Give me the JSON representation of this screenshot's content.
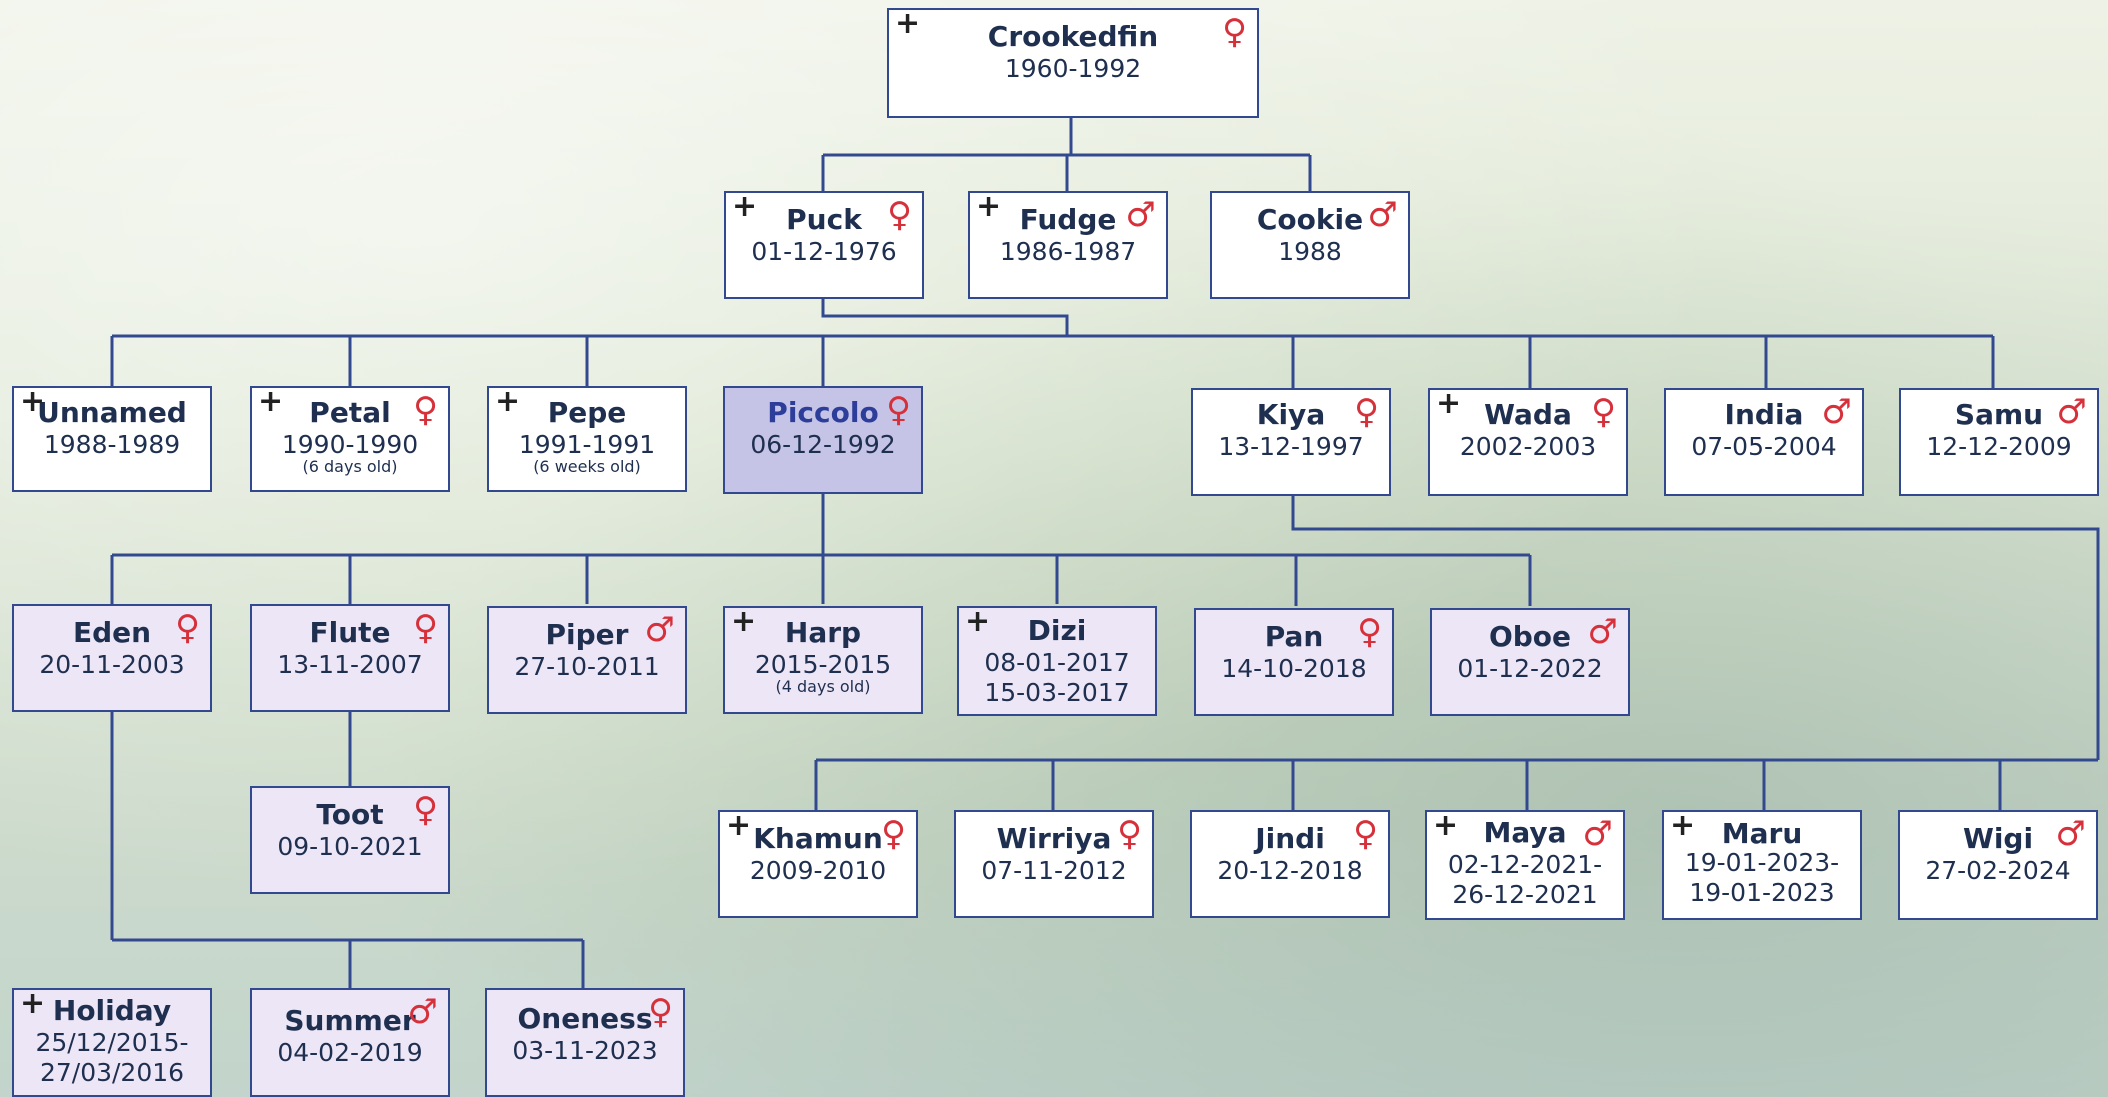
{
  "symbols": {
    "female": "♀",
    "male": "♂",
    "deceased": "+"
  },
  "colors": {
    "line": "#33498f",
    "female_symbol": "#d6303a",
    "male_symbol": "#d6303a",
    "box_border": "#33498f",
    "child_box": "#ede6f6",
    "highlight_box": "#c6c4e6"
  },
  "gen1": {
    "crookedfin": {
      "name": "Crookedfin",
      "dates": "1960-1992",
      "sex": "female",
      "deceased": true
    }
  },
  "gen2": {
    "puck": {
      "name": "Puck",
      "dates": "01-12-1976",
      "sex": "female",
      "deceased": true
    },
    "fudge": {
      "name": "Fudge",
      "dates": "1986-1987",
      "sex": "male",
      "deceased": true
    },
    "cookie": {
      "name": "Cookie",
      "dates": "1988",
      "sex": "male",
      "deceased": false
    }
  },
  "gen3": {
    "unnamed": {
      "name": "Unnamed",
      "dates": "1988-1989",
      "deceased": true
    },
    "petal": {
      "name": "Petal",
      "dates": "1990-1990",
      "note": "(6 days old)",
      "sex": "female",
      "deceased": true
    },
    "pepe": {
      "name": "Pepe",
      "dates": "1991-1991",
      "note": "(6 weeks old)",
      "deceased": true
    },
    "piccolo": {
      "name": "Piccolo",
      "dates": "06-12-1992",
      "sex": "female",
      "deceased": false
    },
    "kiya": {
      "name": "Kiya",
      "dates": "13-12-1997",
      "sex": "female",
      "deceased": false
    },
    "wada": {
      "name": "Wada",
      "dates": "2002-2003",
      "sex": "female",
      "deceased": true
    },
    "india": {
      "name": "India",
      "dates": "07-05-2004",
      "sex": "male",
      "deceased": false
    },
    "samu": {
      "name": "Samu",
      "dates": "12-12-2009",
      "sex": "male",
      "deceased": false
    }
  },
  "gen4_piccolo": {
    "eden": {
      "name": "Eden",
      "dates": "20-11-2003",
      "sex": "female"
    },
    "flute": {
      "name": "Flute",
      "dates": "13-11-2007",
      "sex": "female"
    },
    "piper": {
      "name": "Piper",
      "dates": "27-10-2011",
      "sex": "male"
    },
    "harp": {
      "name": "Harp",
      "dates": "2015-2015",
      "note": "(4 days old)",
      "deceased": true
    },
    "dizi": {
      "name": "Dizi",
      "dates_line1": "08-01-2017",
      "dates_line2": "15-03-2017",
      "deceased": true
    },
    "pan": {
      "name": "Pan",
      "dates": "14-10-2018",
      "sex": "female"
    },
    "oboe": {
      "name": "Oboe",
      "dates": "01-12-2022",
      "sex": "male"
    }
  },
  "gen4_kiya": {
    "khamun": {
      "name": "Khamun",
      "dates": "2009-2010",
      "sex": "female",
      "deceased": true
    },
    "wirriya": {
      "name": "Wirriya",
      "dates": "07-11-2012",
      "sex": "female"
    },
    "jindi": {
      "name": "Jindi",
      "dates": "20-12-2018",
      "sex": "female"
    },
    "maya": {
      "name": "Maya",
      "dates_line1": "02-12-2021-",
      "dates_line2": "26-12-2021",
      "sex": "male",
      "deceased": true
    },
    "maru": {
      "name": "Maru",
      "dates_line1": "19-01-2023-",
      "dates_line2": "19-01-2023",
      "deceased": true
    },
    "wigi": {
      "name": "Wigi",
      "dates": "27-02-2024",
      "sex": "male"
    }
  },
  "gen5": {
    "toot": {
      "name": "Toot",
      "dates": "09-10-2021",
      "sex": "female"
    },
    "holiday": {
      "name": "Holiday",
      "dates_line1": "25/12/2015-",
      "dates_line2": "27/03/2016",
      "deceased": true
    },
    "summer": {
      "name": "Summer",
      "dates": "04-02-2019",
      "sex": "male"
    },
    "oneness": {
      "name": "Oneness",
      "dates": "03-11-2023",
      "sex": "female"
    }
  }
}
